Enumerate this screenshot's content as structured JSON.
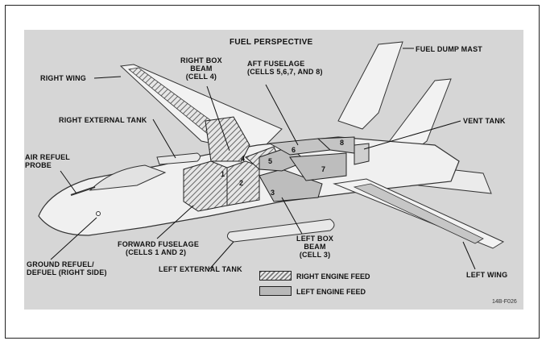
{
  "title": "FUEL PERSPECTIVE",
  "callouts": {
    "right_wing": "RIGHT WING",
    "right_box_beam": [
      "RIGHT BOX",
      "BEAM",
      "(CELL 4)"
    ],
    "aft_fuselage": [
      "AFT FUSELAGE",
      "(CELLS 5,6,7, AND 8)"
    ],
    "fuel_dump_mast": "FUEL DUMP MAST",
    "right_external_tank": "RIGHT EXTERNAL TANK",
    "vent_tank": "VENT TANK",
    "air_refuel_probe": [
      "AIR REFUEL",
      "PROBE"
    ],
    "forward_fuselage": [
      "FORWARD FUSELAGE",
      "(CELLS 1 AND 2)"
    ],
    "left_box_beam": [
      "LEFT BOX",
      "BEAM",
      "(CELL 3)"
    ],
    "ground_refuel": [
      "GROUND REFUEL/",
      "DEFUEL (RIGHT SIDE)"
    ],
    "left_external_tank": "LEFT EXTERNAL TANK",
    "left_wing": "LEFT WING"
  },
  "cells": [
    "1",
    "2",
    "3",
    "4",
    "5",
    "6",
    "7",
    "8"
  ],
  "legend": [
    {
      "label": "RIGHT ENGINE FEED",
      "pattern": "hatched"
    },
    {
      "label": "LEFT ENGINE FEED",
      "pattern": "solid"
    }
  ],
  "figure_id": "14B-F026",
  "colors": {
    "panel": "#d6d6d6",
    "right_feed_hatch": "#777777",
    "left_feed_fill": "#b8b8b8",
    "airframe": "#f0f0f0"
  }
}
